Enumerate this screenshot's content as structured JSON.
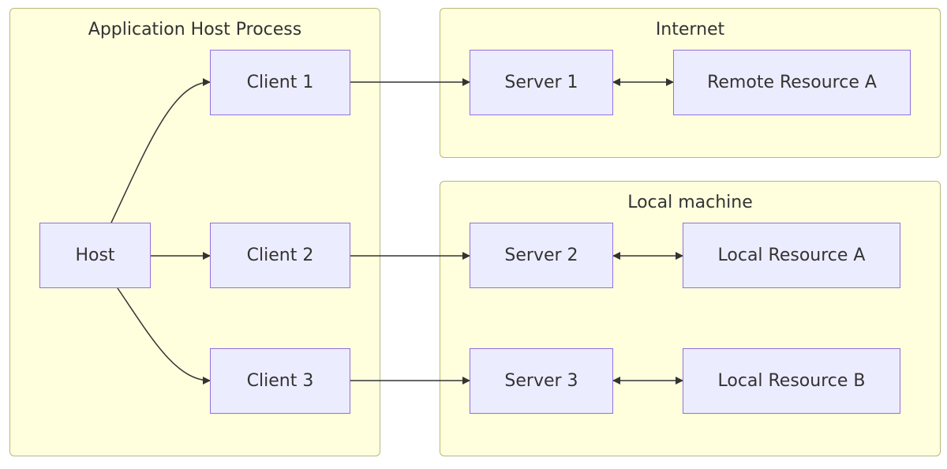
{
  "clusters": {
    "host_process": "Application Host Process",
    "internet": "Internet",
    "local_machine": "Local machine"
  },
  "nodes": {
    "host": "Host",
    "client1": "Client 1",
    "client2": "Client 2",
    "client3": "Client 3",
    "server1": "Server 1",
    "server2": "Server 2",
    "server3": "Server 3",
    "remote_resource_a": "Remote Resource A",
    "local_resource_a": "Local Resource A",
    "local_resource_b": "Local Resource B"
  },
  "edges": [
    {
      "from": "Host",
      "to": "Client 1",
      "direction": "forward"
    },
    {
      "from": "Host",
      "to": "Client 2",
      "direction": "forward"
    },
    {
      "from": "Host",
      "to": "Client 3",
      "direction": "forward"
    },
    {
      "from": "Client 1",
      "to": "Server 1",
      "direction": "forward"
    },
    {
      "from": "Client 2",
      "to": "Server 2",
      "direction": "forward"
    },
    {
      "from": "Client 3",
      "to": "Server 3",
      "direction": "forward"
    },
    {
      "from": "Server 1",
      "to": "Remote Resource A",
      "direction": "both"
    },
    {
      "from": "Server 2",
      "to": "Local Resource A",
      "direction": "both"
    },
    {
      "from": "Server 3",
      "to": "Local Resource B",
      "direction": "both"
    }
  ],
  "colors": {
    "cluster_fill": "#ffffde",
    "cluster_border": "#b8b87a",
    "node_fill": "#ececff",
    "node_border": "#9370db",
    "edge": "#333333",
    "text": "#333333"
  }
}
